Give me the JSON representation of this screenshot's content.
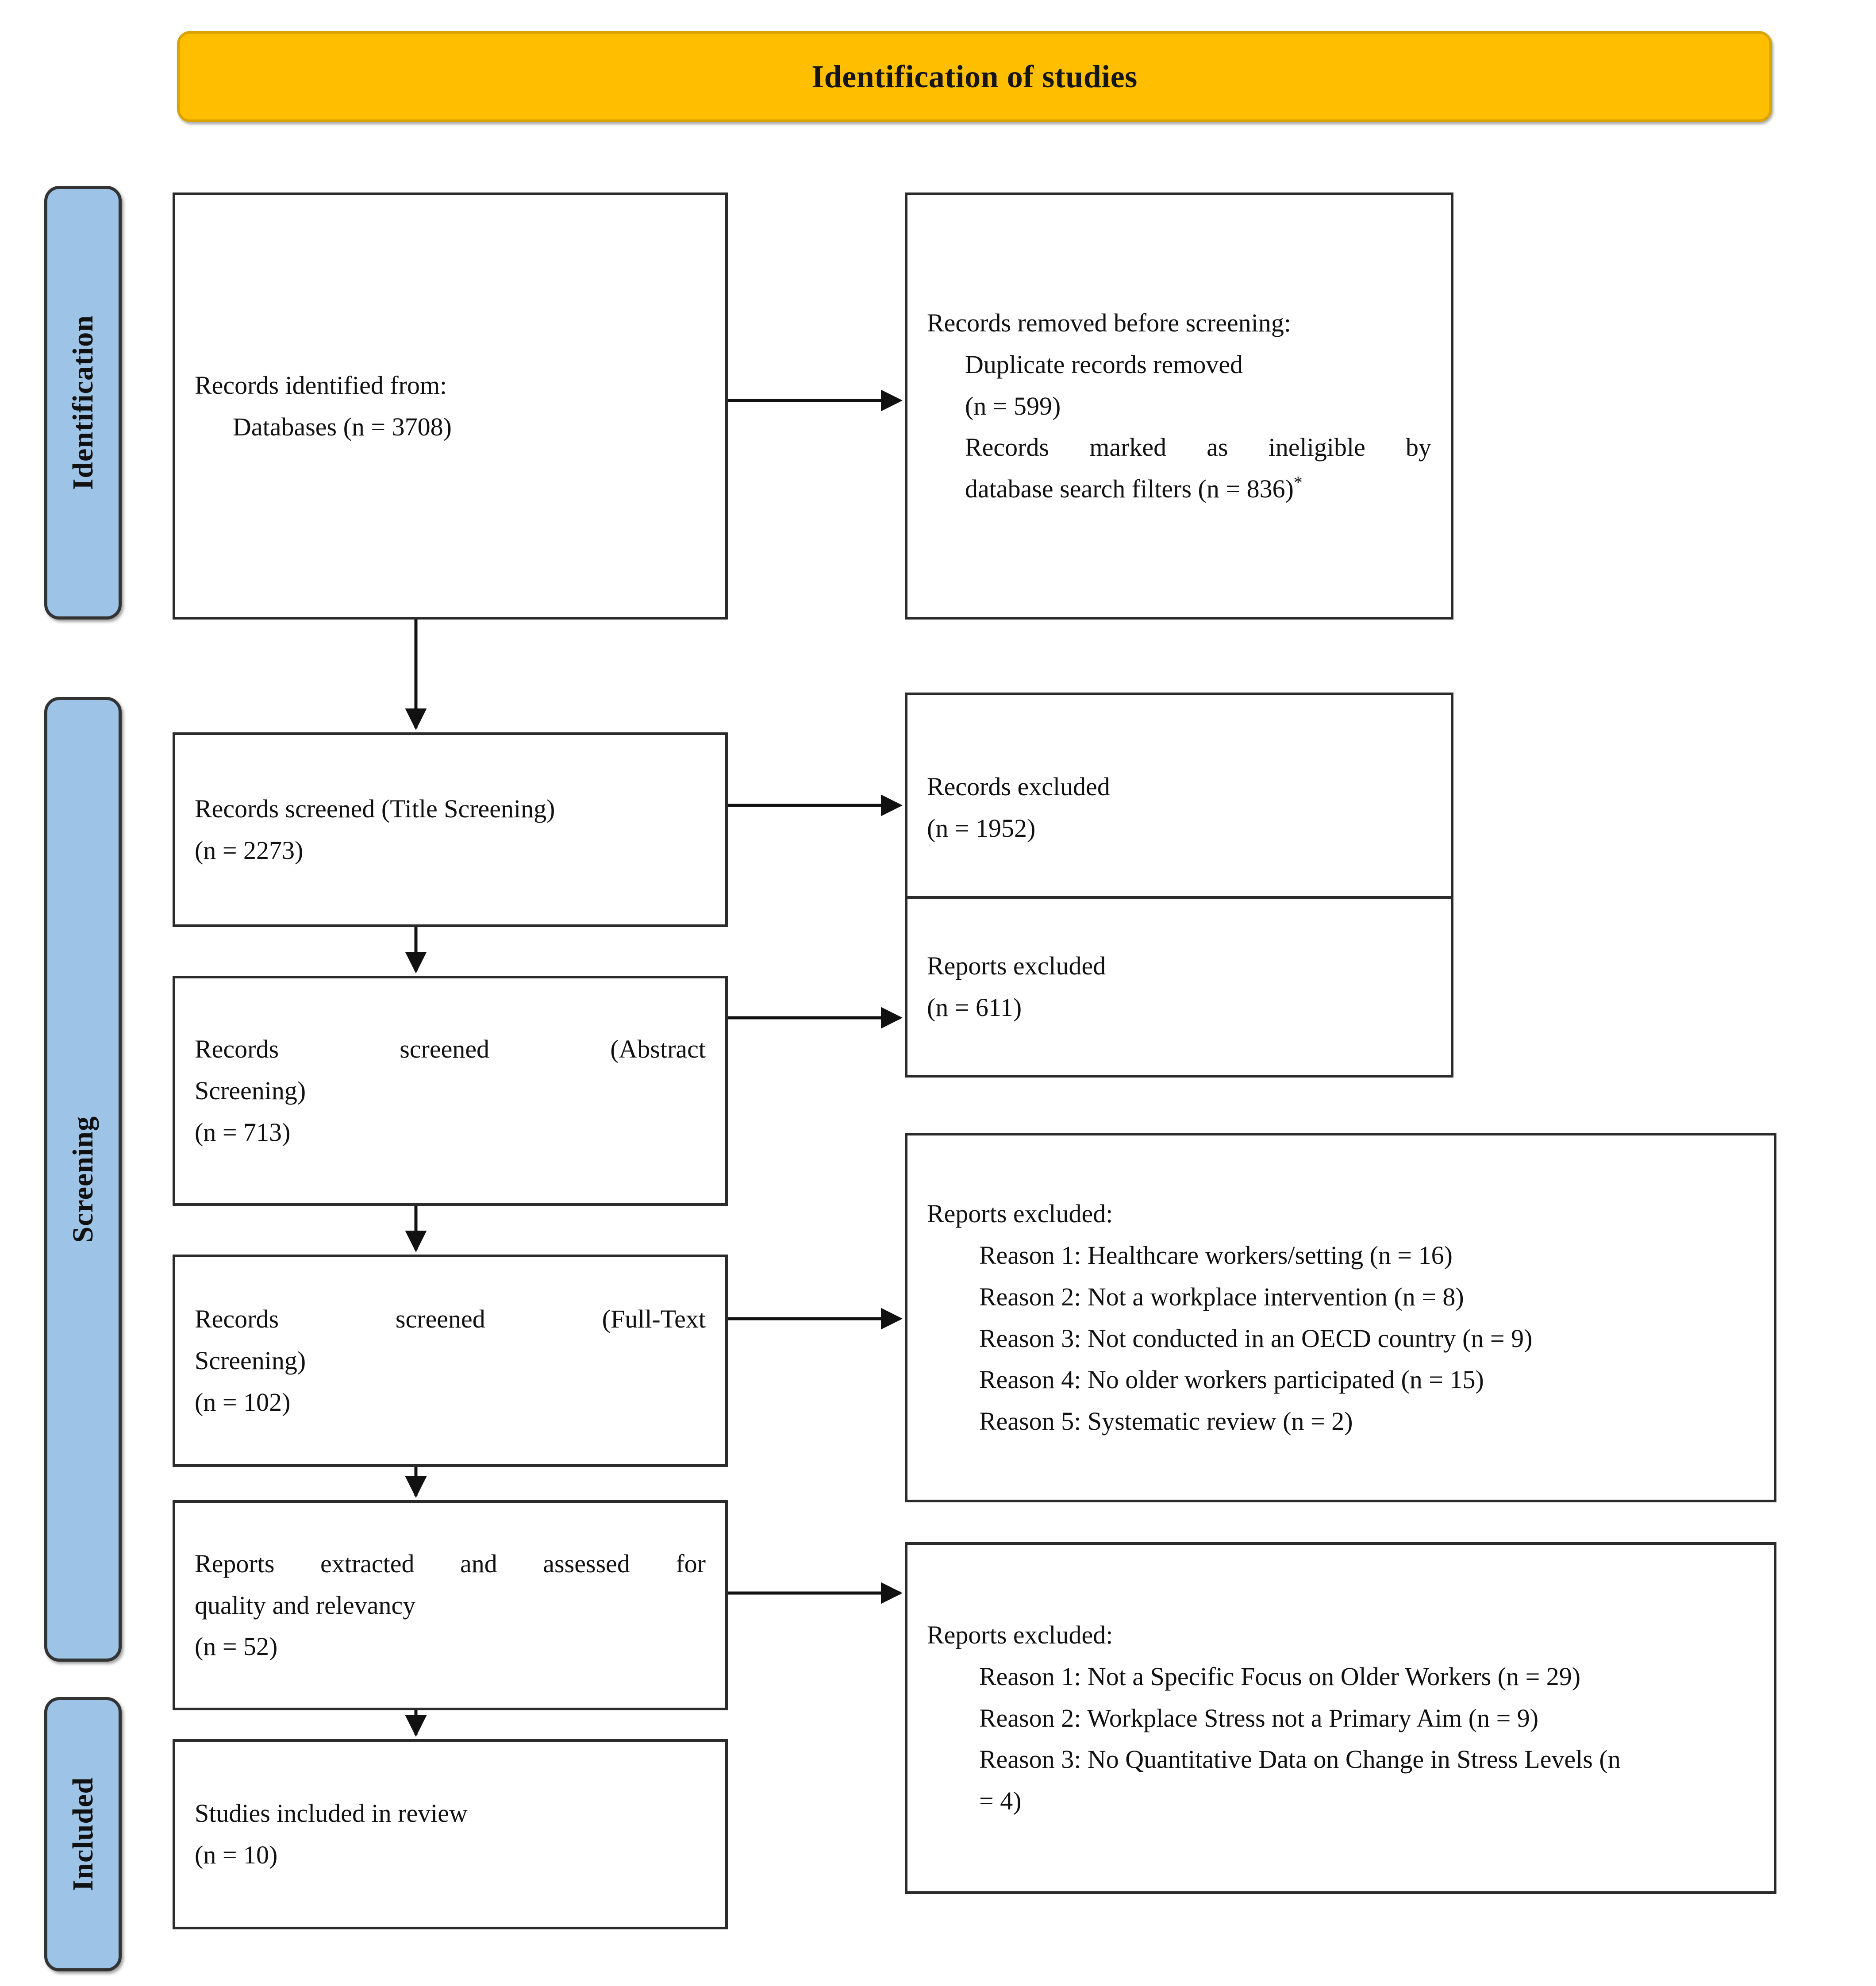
{
  "banner": {
    "title": "Identification of studies"
  },
  "colors": {
    "banner": "#FFBF00",
    "sidebar": "#9DC3E6",
    "box_border": "#2b2b2b"
  },
  "sidebar": {
    "items": [
      {
        "label": "Identification"
      },
      {
        "label": "Screening"
      },
      {
        "label": "Included"
      }
    ]
  },
  "boxes": {
    "identified": {
      "line1": "Records identified from:",
      "line2": "Databases (n = 3708)"
    },
    "removed_before_screening": {
      "line1": "Records removed before screening:",
      "line2": "Duplicate records removed",
      "line3": "(n = 599)",
      "line4": "Records marked as ineligible by",
      "line5": "database search filters (n = 836)",
      "footnote_marker": "*"
    },
    "screened_title": {
      "line1": "Records screened (Title Screening)",
      "line2": "(n = 2273)"
    },
    "records_excluded": {
      "line1": "Records excluded",
      "line2": "(n = 1952)"
    },
    "screened_abstract": {
      "line1": "Records screened (Abstract",
      "line2": "Screening)",
      "line3": "(n = 713)"
    },
    "reports_excluded": {
      "line1": "Reports excluded",
      "line2": "(n = 611)"
    },
    "screened_fulltext": {
      "line1": "Records screened (Full-Text",
      "line2": "Screening)",
      "line3": "(n = 102)"
    },
    "reports_excluded_five": {
      "heading": "Reports excluded:",
      "reasons": [
        "Reason 1: Healthcare workers/setting (n = 16)",
        "Reason 2: Not a workplace intervention (n = 8)",
        "Reason 3: Not conducted in an OECD country (n = 9)",
        "Reason 4: No older workers participated (n = 15)",
        "Reason 5: Systematic review (n = 2)"
      ]
    },
    "extracted": {
      "line1": "Reports extracted and assessed for",
      "line2": "quality and relevancy",
      "line3": "(n = 52)"
    },
    "reports_excluded_three": {
      "heading": "Reports excluded:",
      "reasons": [
        "Reason 1: Not a Specific Focus on Older Workers (n = 29)",
        "Reason 2: Workplace Stress not a Primary Aim (n = 9)",
        "Reason 3: No Quantitative Data on Change in Stress Levels (n",
        "= 4)"
      ]
    },
    "included": {
      "line1": "Studies included in review",
      "line2": "(n = 10)"
    }
  }
}
